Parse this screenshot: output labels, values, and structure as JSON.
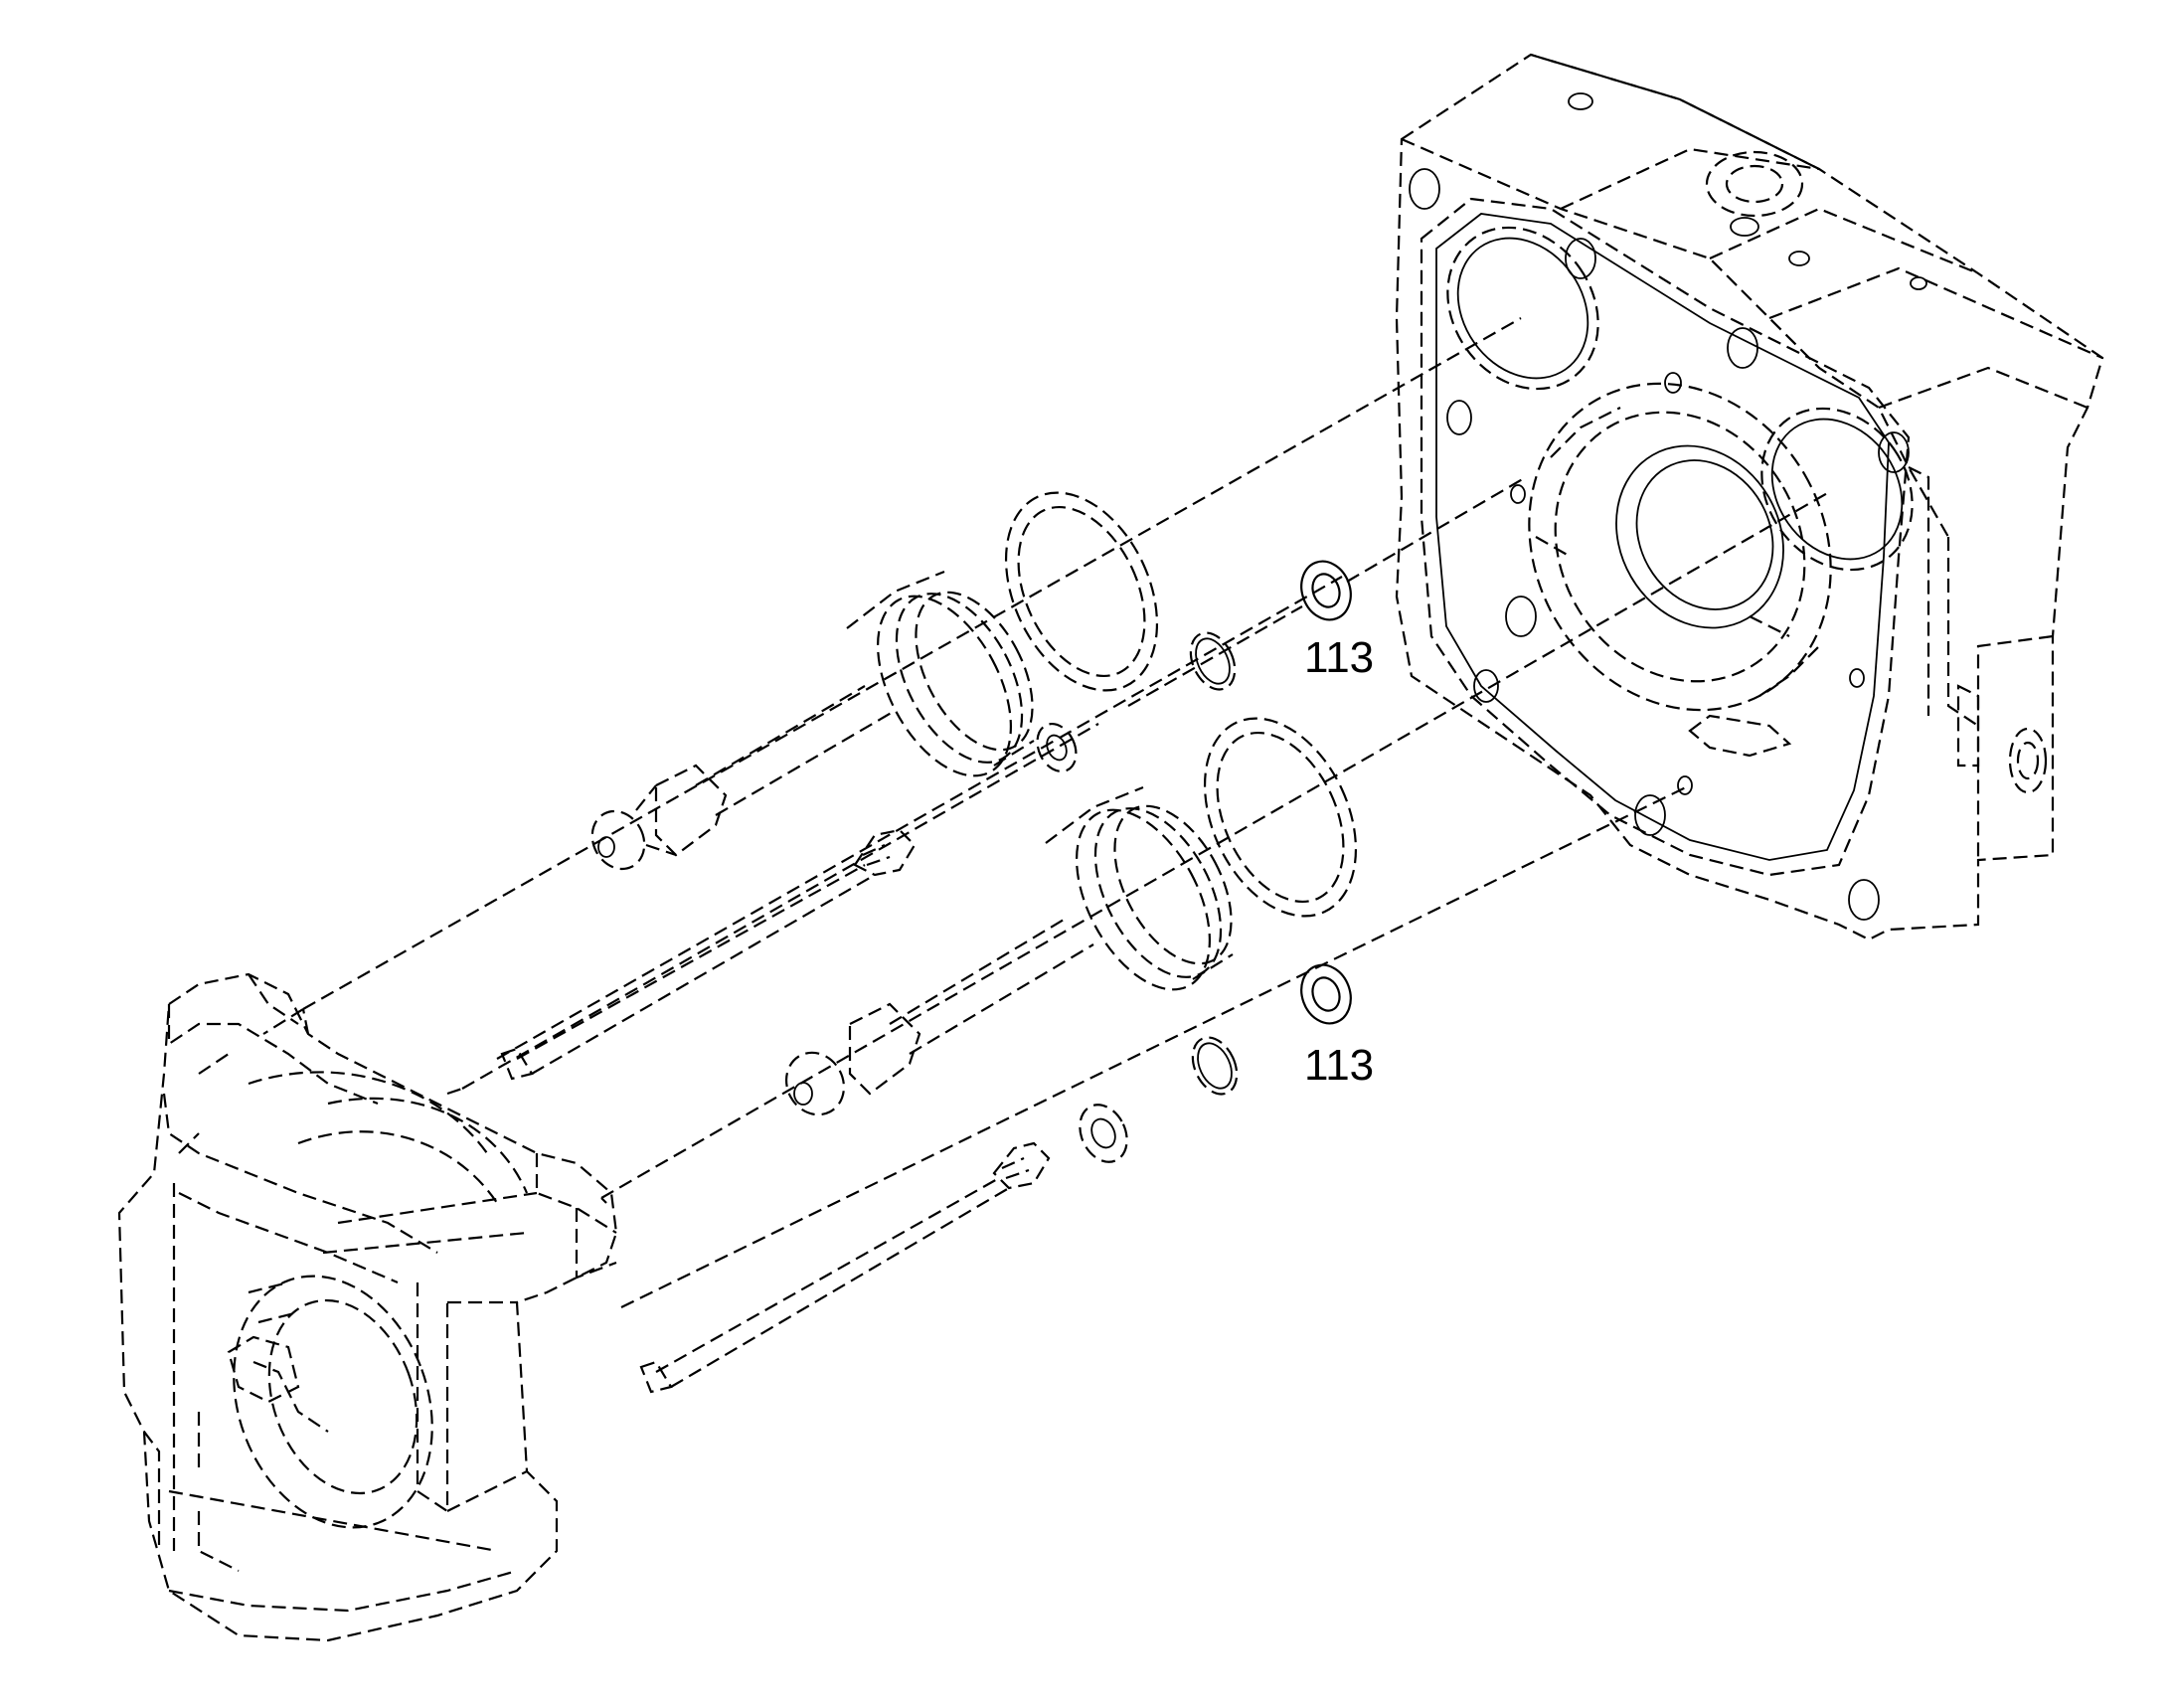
{
  "diagram": {
    "type": "exploded-parts-view",
    "callouts": [
      {
        "label": "113"
      },
      {
        "label": "113"
      }
    ]
  }
}
